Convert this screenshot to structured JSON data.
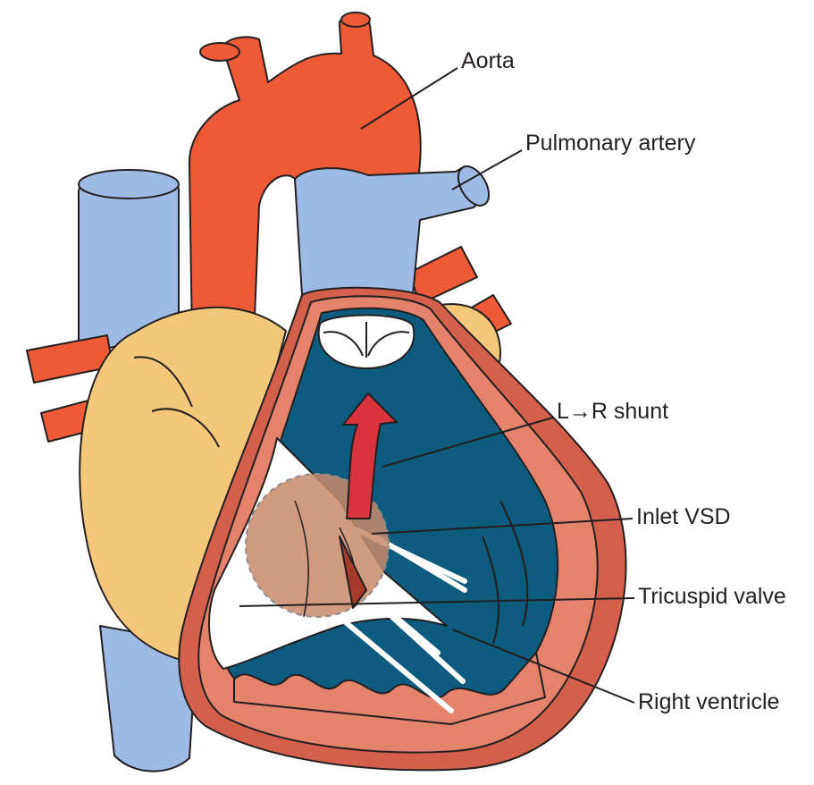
{
  "labels": {
    "aorta": "Aorta",
    "pulmonary_artery": "Pulmonary artery",
    "shunt": "L→R shunt",
    "inlet_vsd": "Inlet VSD",
    "tricuspid_valve": "Tricuspid valve",
    "right_ventricle": "Right ventricle"
  },
  "colors": {
    "aorta_red": "#ee5a35",
    "vein_blue": "#9dbbe4",
    "atrium_yellow": "#f4c77a",
    "myocardium": "#e4826c",
    "wall_dark": "#d4604c",
    "cavity_blue": "#0d5c80",
    "shunt_red": "#d9343e",
    "defect": "#c98a6c"
  }
}
